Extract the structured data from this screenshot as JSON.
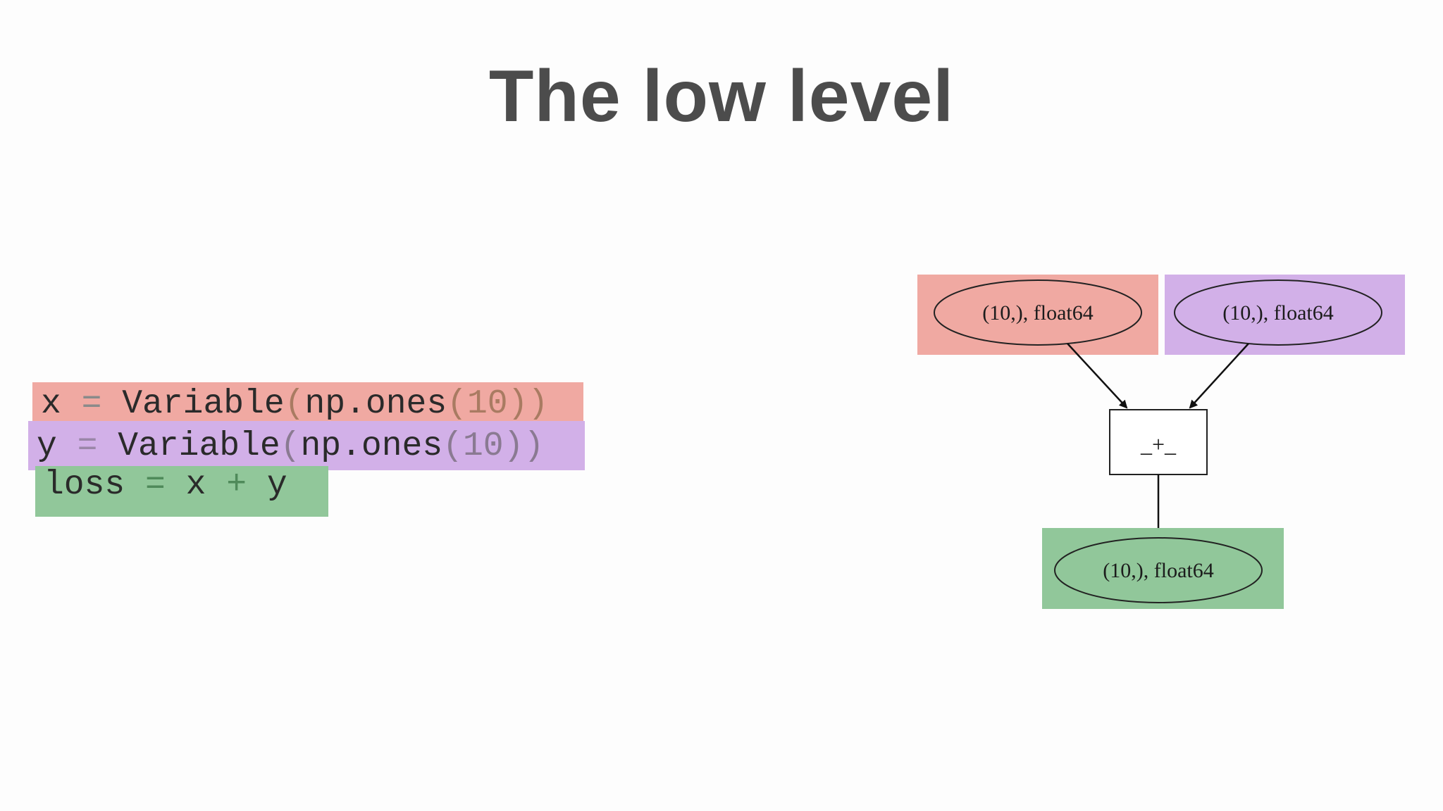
{
  "slide": {
    "title": "The low level"
  },
  "code": {
    "line_x": {
      "var": "x",
      "eq": " = ",
      "fn": "Variable",
      "open1": "(",
      "call": "np.ones",
      "open2": "(",
      "arg": "10",
      "close": "))"
    },
    "line_y": {
      "var": "y",
      "eq": " = ",
      "fn": "Variable",
      "open1": "(",
      "call": "np.ones",
      "open2": "(",
      "arg": "10",
      "close": "))"
    },
    "line_loss": {
      "lhs": "loss",
      "eq": " = ",
      "a": "x",
      "plus": " + ",
      "b": "y"
    }
  },
  "graph": {
    "colors": {
      "x": "#f0a9a2",
      "y": "#d2b0e8",
      "loss": "#91c79a"
    },
    "nodes": {
      "x": "(10,), float64",
      "y": "(10,), float64",
      "loss": "(10,), float64"
    },
    "op": "_+_"
  }
}
